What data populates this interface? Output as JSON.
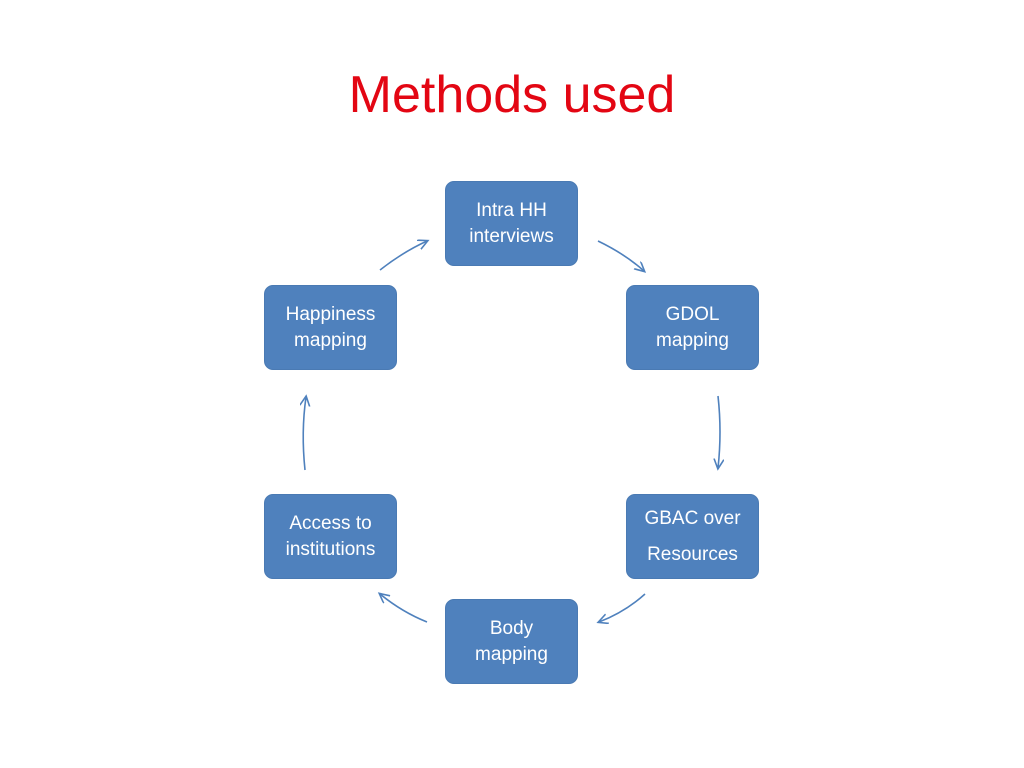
{
  "slide": {
    "title": "Methods used"
  },
  "diagram": {
    "type": "cycle",
    "direction": "clockwise",
    "node_color": "#4f81bd",
    "arrow_color": "#4f81bd",
    "title_color": "#e30613",
    "nodes": [
      {
        "id": "intra",
        "label": "Intra HH\ninterviews"
      },
      {
        "id": "gdol",
        "label": "GDOL\nmapping"
      },
      {
        "id": "gbac",
        "label": "GBAC over\nResources"
      },
      {
        "id": "body",
        "label": "Body\nmapping"
      },
      {
        "id": "access",
        "label": "Access to\ninstitutions"
      },
      {
        "id": "happy",
        "label": "Happiness\nmapping"
      }
    ]
  }
}
